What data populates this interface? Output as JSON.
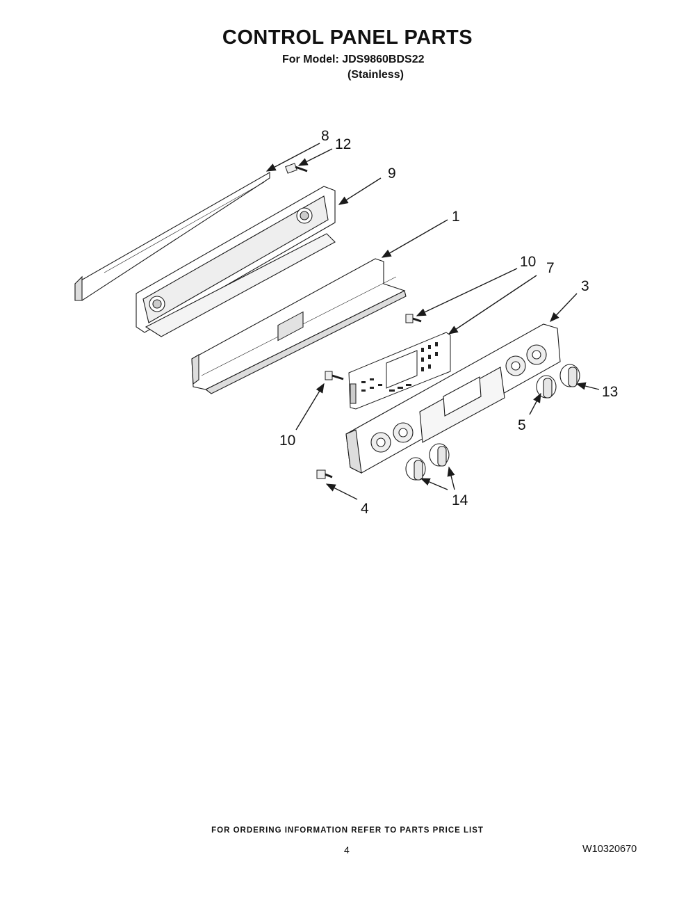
{
  "header": {
    "title": "CONTROL PANEL PARTS",
    "model_line": "For Model: JDS9860BDS22",
    "finish_line": "(Stainless)"
  },
  "callouts": [
    {
      "id": "c8",
      "label": "8"
    },
    {
      "id": "c12",
      "label": "12"
    },
    {
      "id": "c9",
      "label": "9"
    },
    {
      "id": "c1",
      "label": "1"
    },
    {
      "id": "c10a",
      "label": "10"
    },
    {
      "id": "c7",
      "label": "7"
    },
    {
      "id": "c3",
      "label": "3"
    },
    {
      "id": "c13",
      "label": "13"
    },
    {
      "id": "c5",
      "label": "5"
    },
    {
      "id": "c10b",
      "label": "10"
    },
    {
      "id": "c14",
      "label": "14"
    },
    {
      "id": "c4",
      "label": "4"
    }
  ],
  "footer": {
    "ordering_note": "FOR ORDERING INFORMATION REFER TO PARTS PRICE LIST",
    "page_number": "4",
    "document_number": "W10320670"
  },
  "colors": {
    "line": "#1a1a1a",
    "part_fill": "#ffffff",
    "shade": "#d9d9d9",
    "dark": "#9a9a9a"
  }
}
